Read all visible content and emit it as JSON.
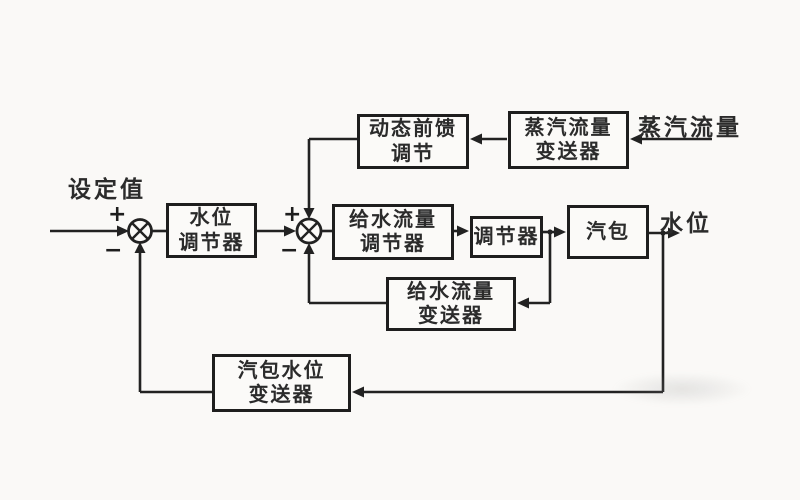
{
  "diagram": {
    "type": "control-block-diagram",
    "labels": {
      "setpoint": "设定值",
      "steam_flow": "蒸汽流量",
      "water_level": "水位"
    },
    "signs": {
      "plus": "+",
      "minus": "−"
    },
    "blocks": {
      "level_controller": {
        "line1": "水位",
        "line2": "调节器"
      },
      "feedforward": {
        "line1": "动态前馈",
        "line2": "调节"
      },
      "steam_flow_transmitter": {
        "line1": "蒸汽流量",
        "line2": "变送器"
      },
      "feedwater_flow_controller": {
        "line1": "给水流量",
        "line2": "调节器"
      },
      "regulator": {
        "line1": "调节器",
        "line2": ""
      },
      "steam_drum": {
        "line1": "汽包",
        "line2": ""
      },
      "feedwater_flow_transmitter": {
        "line1": "给水流量",
        "line2": "变送器"
      },
      "drum_level_transmitter": {
        "line1": "汽包水位",
        "line2": "变送器"
      }
    },
    "colors": {
      "line": "#222222",
      "text": "#2b2b2b",
      "background": "#faf9f7"
    }
  }
}
